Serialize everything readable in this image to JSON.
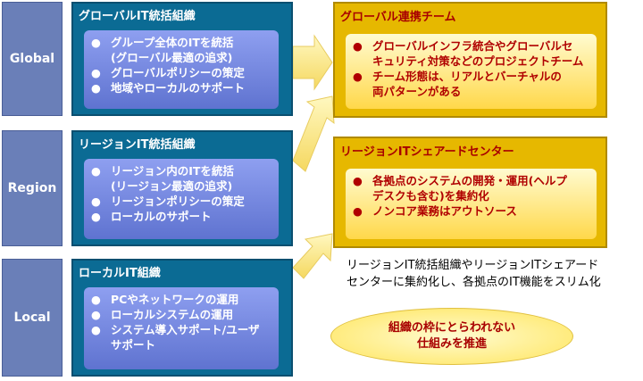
{
  "levels": [
    "Global",
    "Region",
    "Local"
  ],
  "orgs": [
    {
      "title": "グローバルIT統括組織",
      "items": [
        [
          "グループ全体のITを統括",
          "(グローバル最適の追求)"
        ],
        [
          "グローバルポリシーの策定"
        ],
        [
          "地域やローカルのサポート"
        ]
      ]
    },
    {
      "title": "リージョンIT統括組織",
      "items": [
        [
          "リージョン内のITを統括",
          "(リージョン最適の追求)"
        ],
        [
          "リージョンポリシーの策定"
        ],
        [
          "ローカルのサポート"
        ]
      ]
    },
    {
      "title": "ローカルIT組織",
      "items": [
        [
          "PCやネットワークの運用"
        ],
        [
          "ローカルシステムの運用"
        ],
        [
          "システム導入サポート/ユーザ",
          "サポート"
        ]
      ]
    }
  ],
  "teams": [
    {
      "title": "グローバル連携チーム",
      "items": [
        [
          "グローバルインフラ統合やグローバルセ",
          "キュリティ対策などのプロジェクトチーム"
        ],
        [
          "チーム形態は、リアルとバーチャルの",
          "両パターンがある"
        ]
      ]
    },
    {
      "title": "リージョンITシェアードセンター",
      "items": [
        [
          "各拠点のシステムの開発・運用(ヘルプ",
          "デスクも含む)を集約化"
        ],
        [
          "ノンコア業務はアウトソース"
        ]
      ]
    }
  ],
  "note": [
    "リージョンIT統括組織やリージョンITシェアード",
    "センターに集約化し、各拠点のIT機能をスリム化"
  ],
  "ellipse": [
    "組織の枠にとらわれない",
    "仕組みを推進"
  ],
  "bullet": "●"
}
